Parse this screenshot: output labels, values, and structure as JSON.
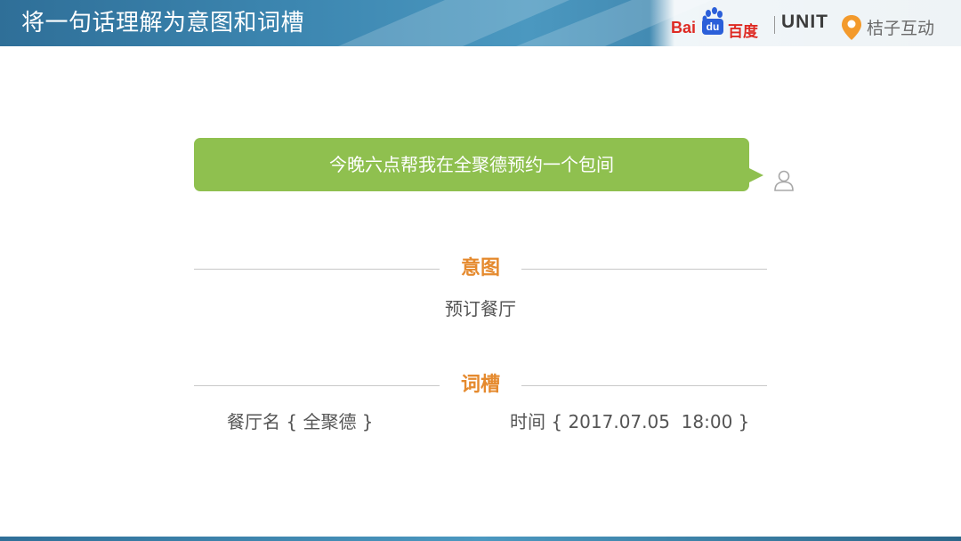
{
  "header": {
    "title": "将一句话理解为意图和词槽",
    "logos": {
      "baidu_text": "Bai",
      "baidu_badge": "du",
      "baidu_cn": "百度",
      "unit": "UNIT",
      "juzi": "桔子互动"
    }
  },
  "chat": {
    "message": "今晚六点帮我在全聚德预约一个包间",
    "bubble_color": "#8fc04f"
  },
  "intent": {
    "heading": "意图",
    "value": "预订餐厅"
  },
  "slots": {
    "heading": "词槽",
    "items": [
      {
        "text": "餐厅名 { 全聚德 }"
      },
      {
        "text": "时间 { 2017.07.05  18:00 }"
      }
    ]
  },
  "colors": {
    "header_blue": "#3c86b0",
    "heading_orange": "#e58a2e",
    "baidu_red": "#de2a23",
    "baidu_blue": "#2b5fd9"
  }
}
